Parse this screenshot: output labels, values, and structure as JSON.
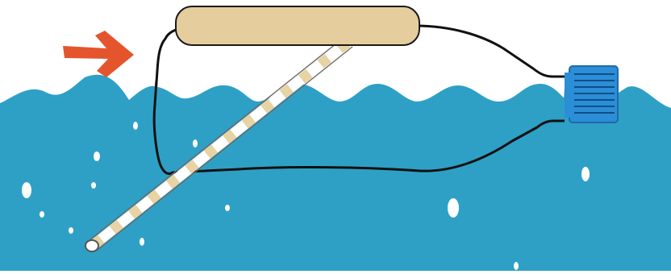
{
  "scene": {
    "colors": {
      "sky": "#ffffff",
      "water": "#2ea0c6",
      "bubbles": "#ffffff",
      "arrow": "#e4552e",
      "bottle_fill": "#ffffff",
      "bottle_outline": "#111111",
      "label_band": "#e5cd9d",
      "straw_stripe": "#e7d3a4",
      "cap": "#2b8ed6",
      "cap_ribs": "#1f6aa8"
    },
    "objects": [
      {
        "name": "direction-arrow",
        "icon": "arrow-right-icon"
      },
      {
        "name": "plastic-bottle",
        "icon": "bottle-icon"
      },
      {
        "name": "bottle-label-band"
      },
      {
        "name": "bottle-cap",
        "icon": "cap-icon"
      },
      {
        "name": "drinking-straw",
        "icon": "straw-icon"
      },
      {
        "name": "ocean-water"
      },
      {
        "name": "air-bubbles"
      }
    ]
  }
}
